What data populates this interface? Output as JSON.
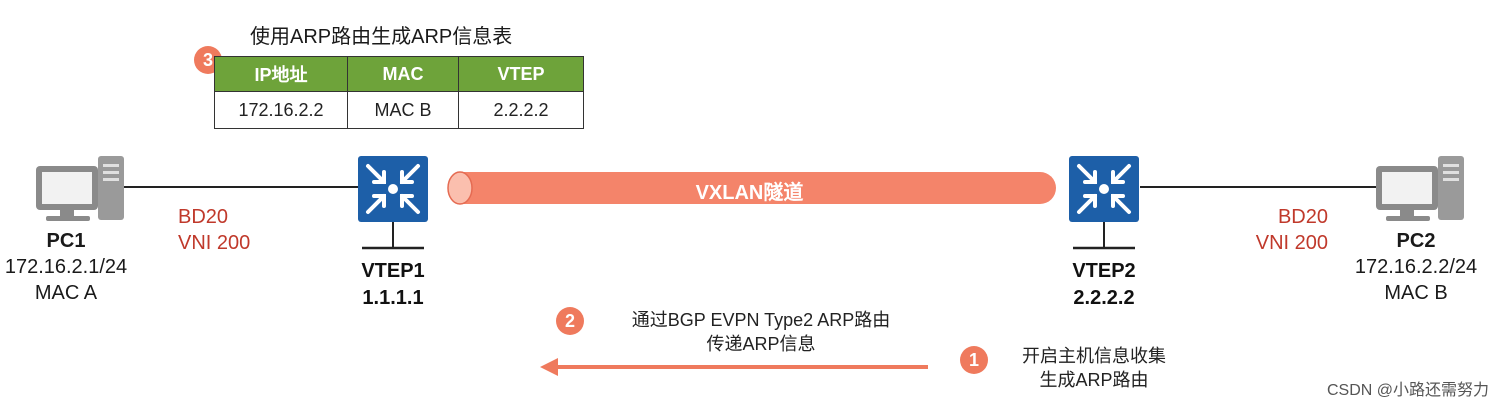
{
  "table": {
    "title": "使用ARP路由生成ARP信息表",
    "step": "3",
    "headers": [
      "IP地址",
      "MAC",
      "VTEP"
    ],
    "row": [
      "172.16.2.2",
      "MAC B",
      "2.2.2.2"
    ],
    "header_color": "#6ea33a"
  },
  "pc1": {
    "name": "PC1",
    "ip": "172.16.2.1/24",
    "mac": "MAC A",
    "icon": "desktop-computer-icon"
  },
  "pc2": {
    "name": "PC2",
    "ip": "172.16.2.2/24",
    "mac": "MAC B",
    "icon": "desktop-computer-icon"
  },
  "left_link": {
    "bd": "BD20",
    "vni": "VNI 200"
  },
  "right_link": {
    "bd": "BD20",
    "vni": "VNI 200"
  },
  "vtep1": {
    "name": "VTEP1",
    "ip": "1.1.1.1",
    "icon": "switch-icon"
  },
  "vtep2": {
    "name": "VTEP2",
    "ip": "2.2.2.2",
    "icon": "switch-icon"
  },
  "tunnel": {
    "label": "VXLAN隧道",
    "color": "#f4846a"
  },
  "step1": {
    "num": "1",
    "line1": "开启主机信息收集",
    "line2": "生成ARP路由"
  },
  "step2": {
    "num": "2",
    "line1": "通过BGP EVPN Type2 ARP路由",
    "line2": "传递ARP信息"
  },
  "accent_color": "#ef7a5d",
  "label_color": "#c0392b",
  "watermark": "CSDN @小路还需努力"
}
